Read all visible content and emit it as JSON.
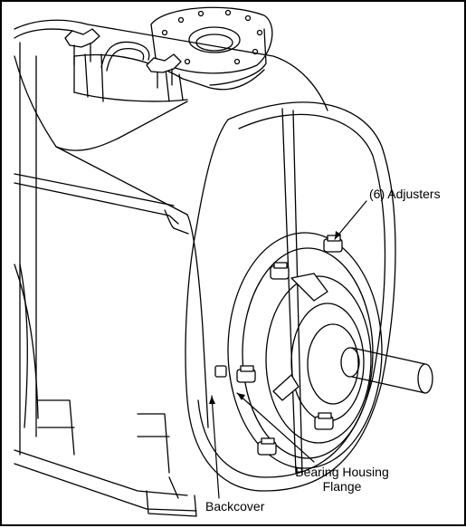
{
  "callouts": {
    "adjusters": "(6) Adjusters",
    "bearing_housing_flange": "Bearing Housing Flange",
    "backcover": "Backcover"
  },
  "colors": {
    "line": "#000000",
    "background": "#ffffff"
  }
}
